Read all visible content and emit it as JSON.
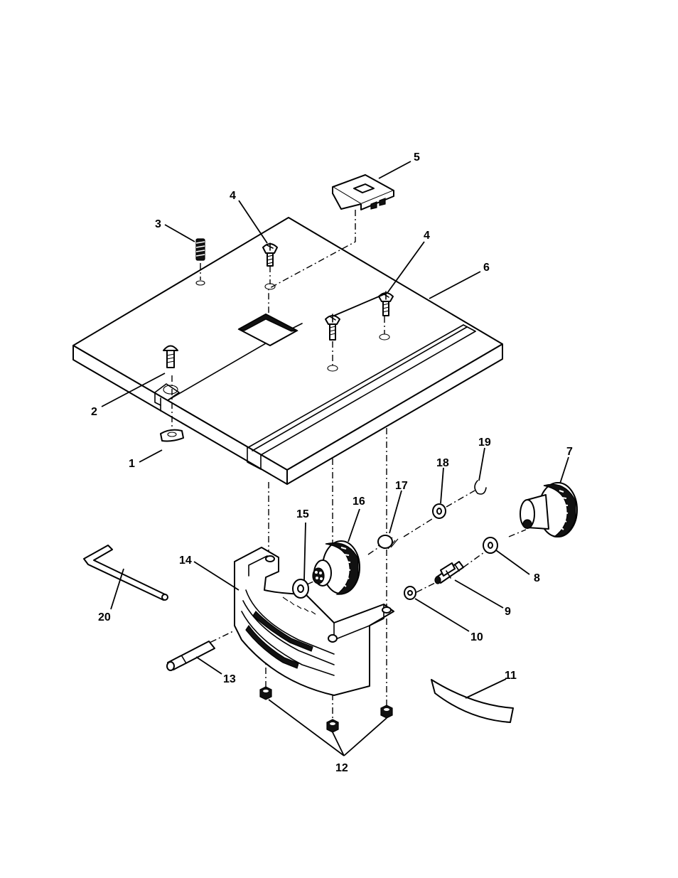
{
  "callouts": [
    "1",
    "2",
    "3",
    "4",
    "4",
    "5",
    "6",
    "7",
    "8",
    "9",
    "10",
    "11",
    "12",
    "13",
    "14",
    "15",
    "16",
    "17",
    "18",
    "19",
    "20"
  ]
}
